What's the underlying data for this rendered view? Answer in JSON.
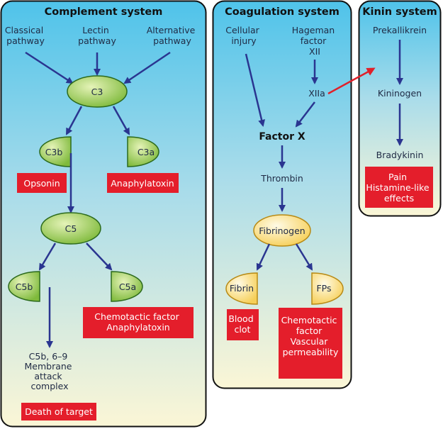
{
  "complement": {
    "title": "Complement system",
    "classical": [
      "Classical",
      "pathway"
    ],
    "lectin": [
      "Lectin",
      "pathway"
    ],
    "alternative": [
      "Alternative",
      "pathway"
    ],
    "c3": "C3",
    "c3b": "C3b",
    "c3a": "C3a",
    "opsonin": "Opsonin",
    "anaphylatoxin": "Anaphylatoxin",
    "c5": "C5",
    "c5b": "C5b",
    "c5a": "C5a",
    "chemotactic": [
      "Chemotactic factor",
      "Anaphylatoxin"
    ],
    "mac": [
      "C5b, 6–9",
      "Membrane",
      "attack",
      "complex"
    ],
    "death": "Death of target"
  },
  "coagulation": {
    "title": "Coagulation system",
    "cellular": [
      "Cellular",
      "injury"
    ],
    "hageman": [
      "Hageman",
      "factor",
      "XII"
    ],
    "xiia": "XIIa",
    "factor_x": "Factor X",
    "thrombin": "Thrombin",
    "fibrinogen": "Fibrinogen",
    "fibrin": "Fibrin",
    "fps": "FPs",
    "blood_clot": [
      "Blood",
      "clot"
    ],
    "fps_effects": [
      "Chemotactic",
      "factor",
      "",
      "Vascular",
      "permeability"
    ]
  },
  "kinin": {
    "title": "Kinin system",
    "prekallikrein": "Prekallikrein",
    "kininogen": "Kininogen",
    "bradykinin": "Bradykinin",
    "effects": [
      "Pain",
      "Histamine-like",
      "effects"
    ]
  },
  "colors": {
    "arrow": "#2a3590",
    "red_arrow": "#e0202a",
    "red_box": "#e41e2b",
    "green_node": "#8cc63f",
    "yellow_node": "#fde9a0"
  }
}
